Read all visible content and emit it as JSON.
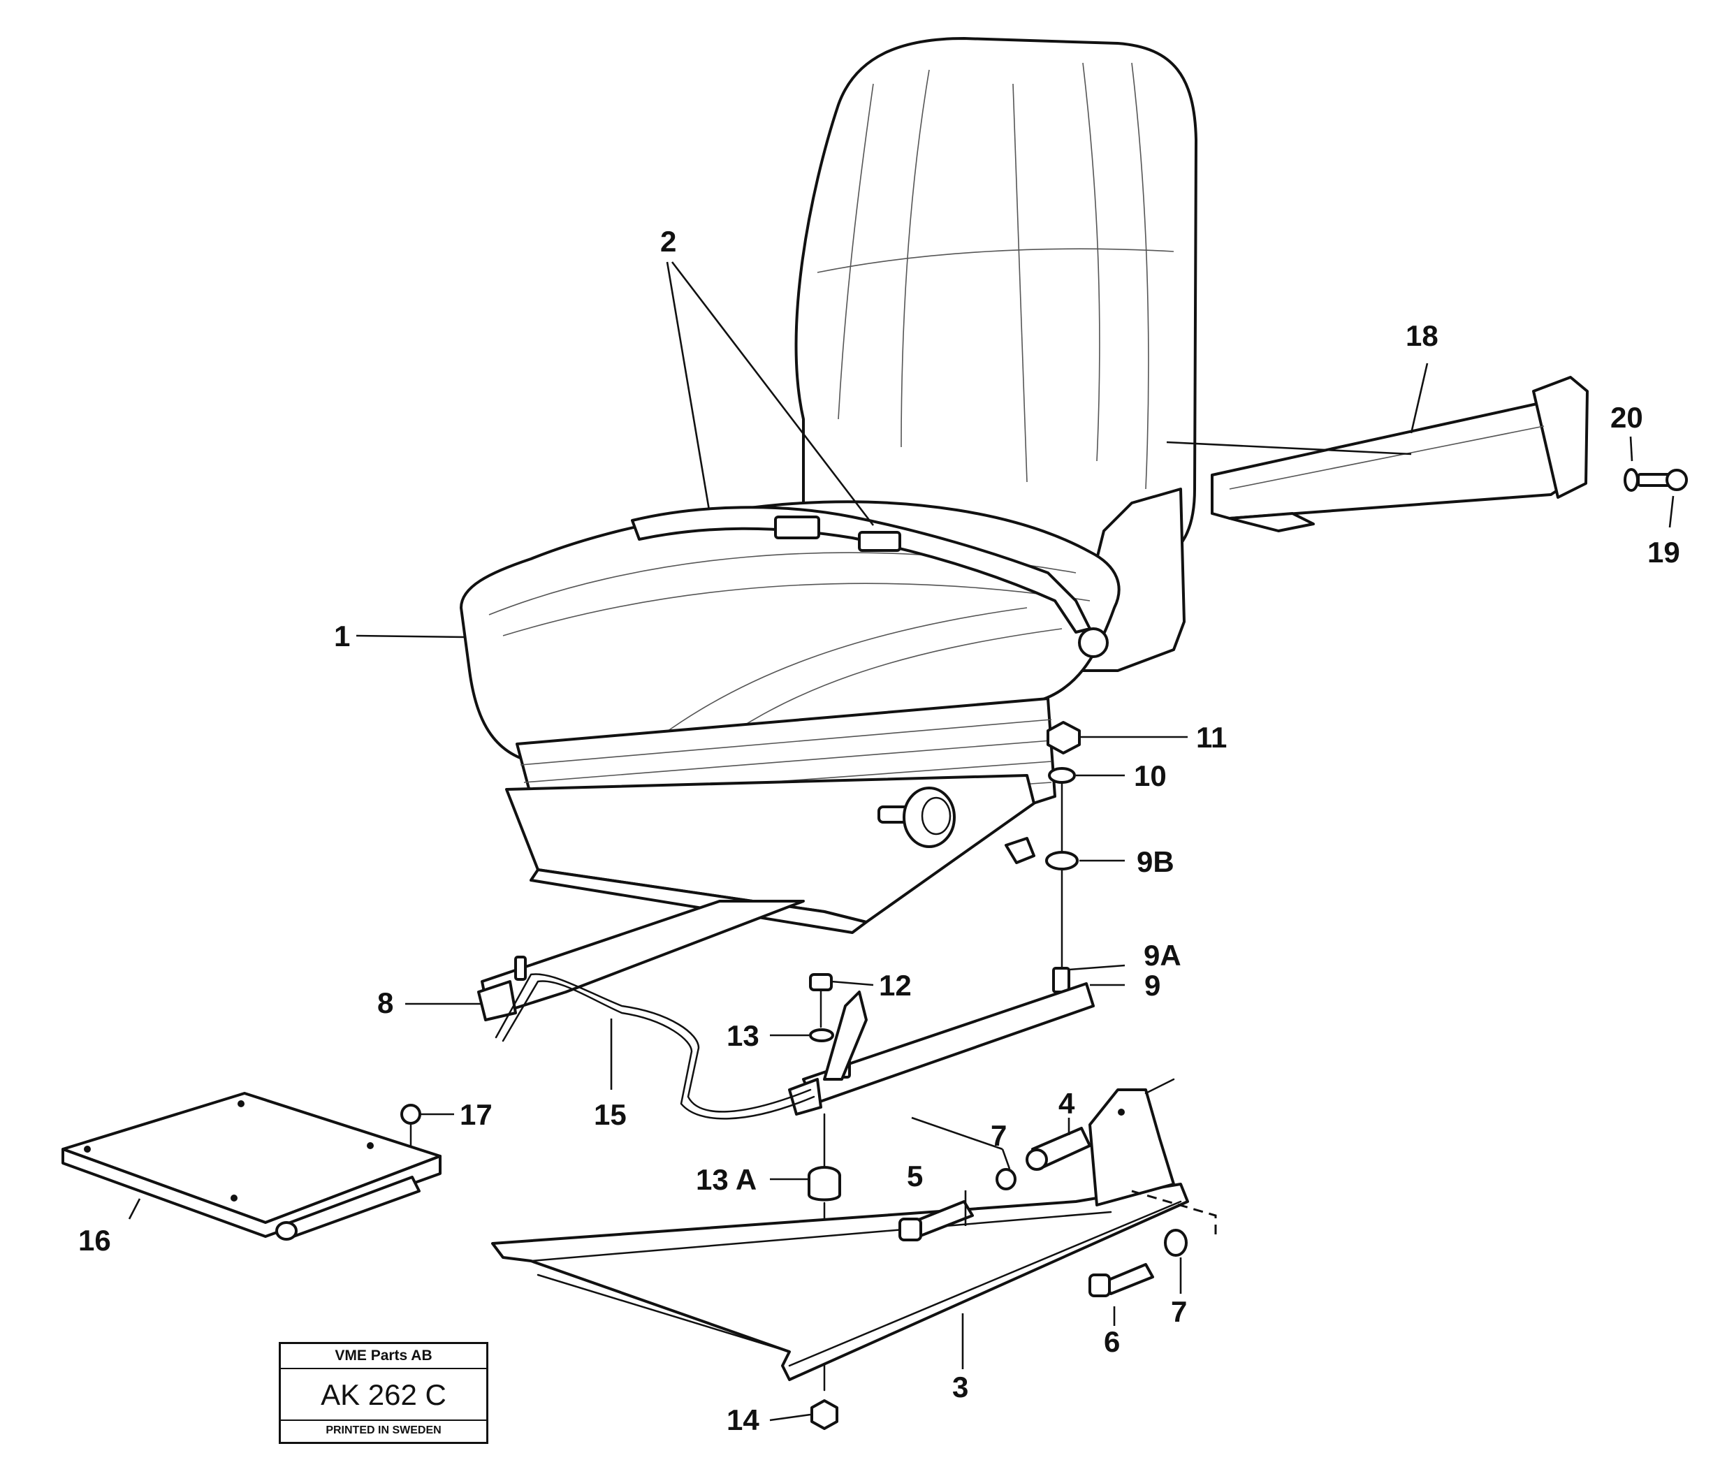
{
  "callouts": {
    "c1": "1",
    "c2": "2",
    "c3": "3",
    "c4": "4",
    "c5": "5",
    "c6": "6",
    "c7a": "7",
    "c7b": "7",
    "c8": "8",
    "c9": "9",
    "c9a": "9A",
    "c9b": "9B",
    "c10": "10",
    "c11": "11",
    "c12": "12",
    "c13": "13",
    "c13a": "13 A",
    "c14": "14",
    "c15": "15",
    "c16": "16",
    "c17": "17",
    "c18": "18",
    "c19": "19",
    "c20": "20"
  },
  "stamp": {
    "company": "VME Parts AB",
    "code": "AK 262 C",
    "printed": "PRINTED IN SWEDEN"
  }
}
